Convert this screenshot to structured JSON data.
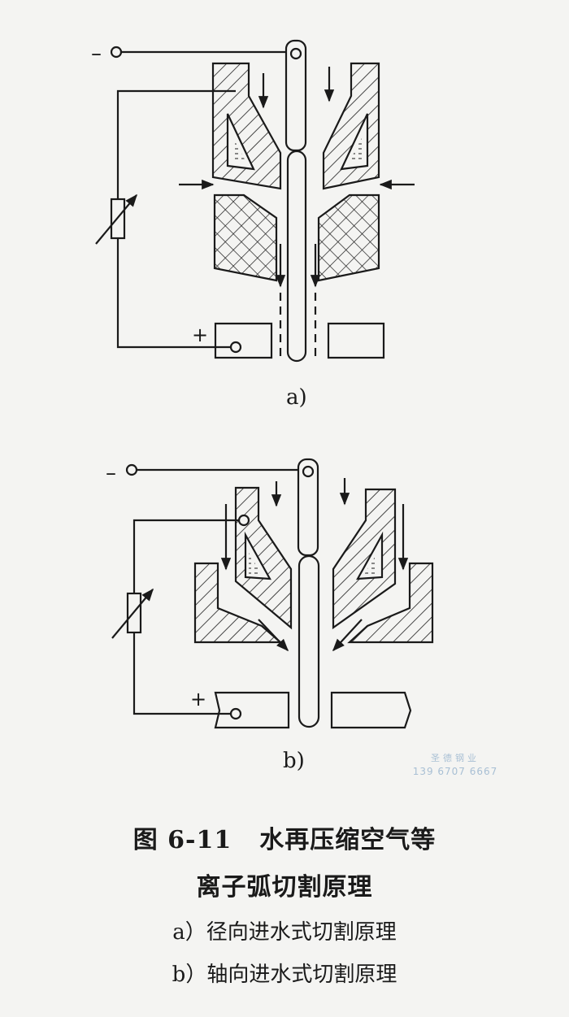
{
  "diagram_a": {
    "label": "a)",
    "terminal_negative": "–",
    "terminal_positive": "+"
  },
  "diagram_b": {
    "label": "b)",
    "terminal_negative": "–",
    "terminal_positive": "+"
  },
  "caption": {
    "figure_number": "图 6-11",
    "title_line1": "水再压缩空气等",
    "title_line2": "离子弧切割原理",
    "item_a": "a）径向进水式切割原理",
    "item_b": "b）轴向进水式切割原理"
  },
  "watermark": {
    "name": "圣德钢业",
    "phone": "139 6707 6667"
  },
  "colors": {
    "ink": "#1a1a1a",
    "paper": "#f4f4f2",
    "watermark": "#9bb6cf"
  }
}
